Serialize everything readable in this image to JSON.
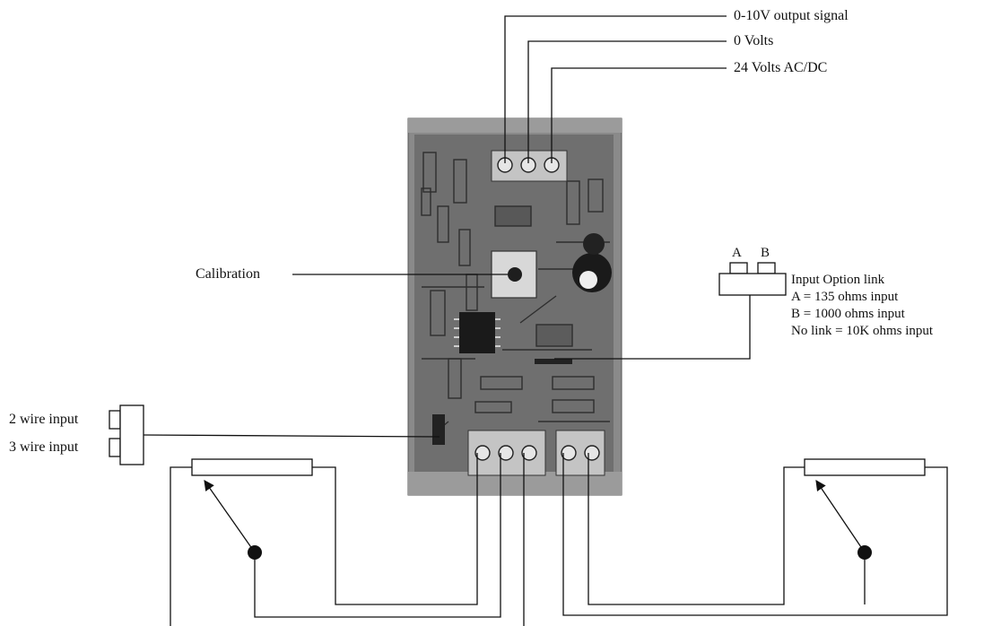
{
  "terminal_labels": {
    "output_signal": "0-10V output signal",
    "zero_volts": "0 Volts",
    "supply": "24 Volts AC/DC"
  },
  "calibration_label": "Calibration",
  "input_option": {
    "link_a": "A",
    "link_b": "B",
    "title": "Input Option link",
    "option_a": "A = 135 ohms input",
    "option_b": "B = 1000 ohms input",
    "no_link": "No link = 10K ohms input"
  },
  "wire_inputs": {
    "two_wire": "2 wire input",
    "three_wire": "3 wire input"
  },
  "colors": {
    "line": "#111111",
    "board": "#6f6f6f",
    "housing": "#8a8a8a"
  }
}
